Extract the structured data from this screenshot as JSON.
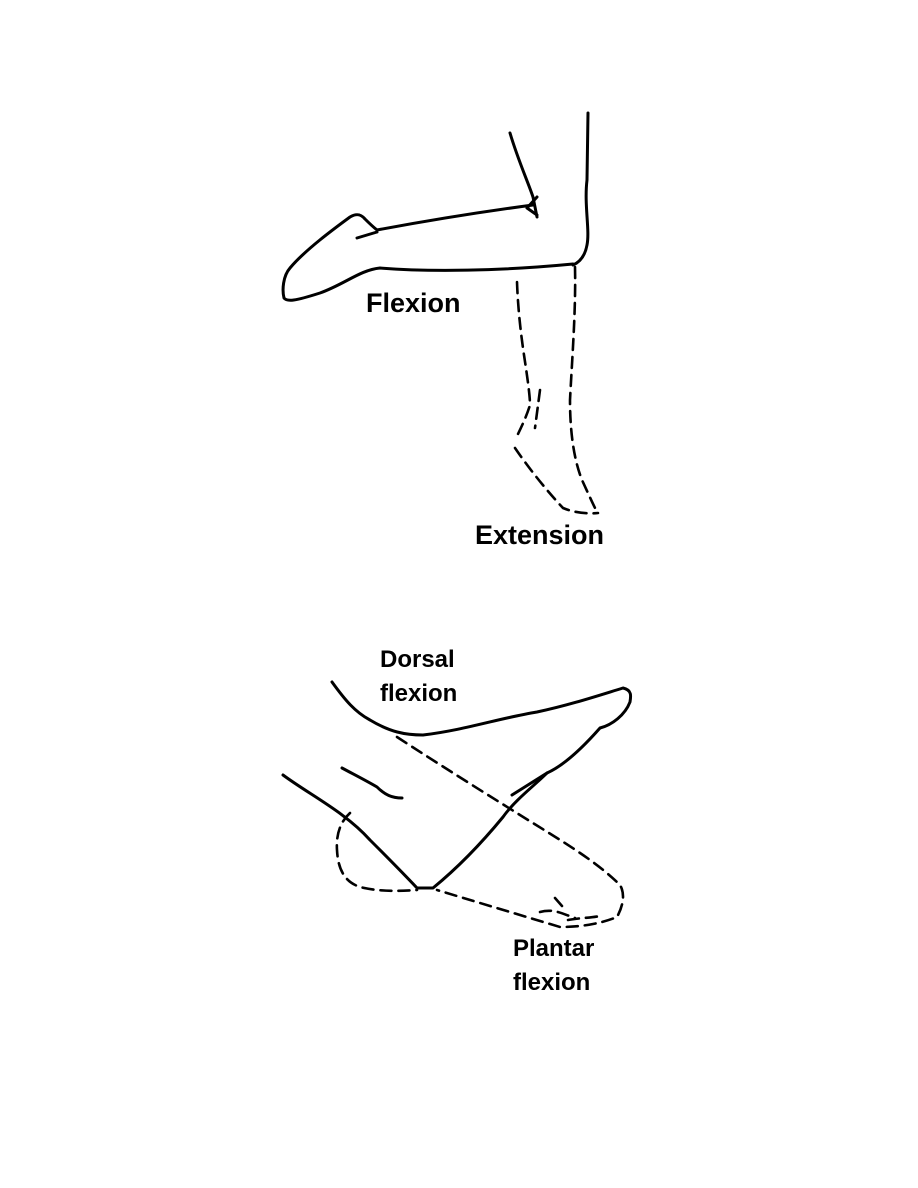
{
  "figure_top": {
    "label_flexion": "Flexion",
    "label_extension": "Extension"
  },
  "figure_bottom": {
    "label_dorsal_line1": "Dorsal",
    "label_dorsal_line2": "flexion",
    "label_plantar_line1": "Plantar",
    "label_plantar_line2": "flexion"
  },
  "colors": {
    "ink": "#000000",
    "background": "#ffffff"
  }
}
